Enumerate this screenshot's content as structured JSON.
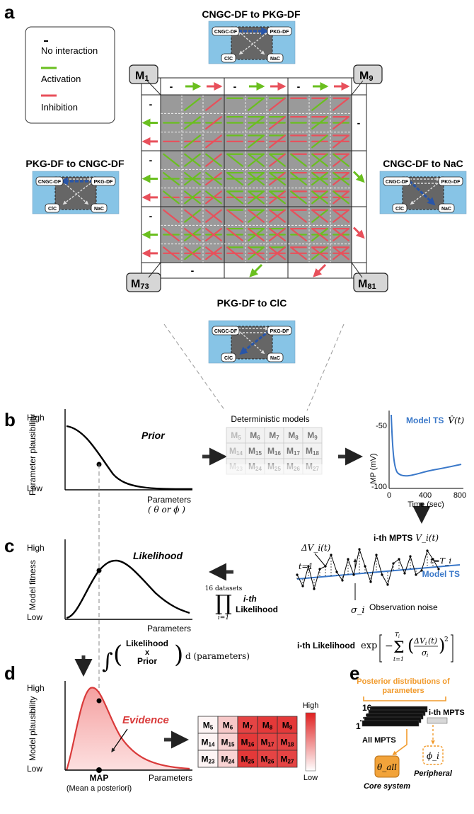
{
  "panel_labels": {
    "a": "a",
    "b": "b",
    "c": "c",
    "d": "d",
    "e": "e"
  },
  "legend": {
    "no_interaction": "No interaction",
    "activation": "Activation",
    "inhibition": "Inhibition",
    "dash": "-"
  },
  "model_tags": {
    "m1": "M",
    "m1_sub": "1",
    "m9": "M",
    "m9_sub": "9",
    "m73": "M",
    "m73_sub": "73",
    "m81": "M",
    "m81_sub": "81"
  },
  "topo_titles": {
    "top": "CNGC-DF to PKG-DF",
    "left": "PKG-DF to CNGC-DF",
    "right": "CNGC-DF to NaC",
    "bottom": "PKG-DF to ClC"
  },
  "topo_nodes": {
    "cngc": "CNGC-DF",
    "pkg": "PKG-DF",
    "clc": "ClC",
    "nac": "NaC"
  },
  "colors": {
    "green": "#6abf1f",
    "red": "#e8505b",
    "blue": "#2855a8",
    "topo_bg": "#87c4e6",
    "cell_gray": "#9a9a9a"
  },
  "panel_b": {
    "y_label": "Parameter plausibility",
    "high": "High",
    "low": "Low",
    "title": "Prior",
    "x_label": "Parameters",
    "x_label2": "( θ  or  ϕ )",
    "models_title": "Deterministic models",
    "grid": [
      [
        "M5",
        "M6",
        "M7",
        "M8",
        "M9"
      ],
      [
        "M14",
        "M15",
        "M16",
        "M17",
        "M18"
      ],
      [
        "M23",
        "M24",
        "M25",
        "M26",
        "M27"
      ]
    ],
    "ts_y_label": "MP (mV)",
    "ts_x_label": "Time (sec)",
    "ts_yticks": [
      "-50",
      "-100"
    ],
    "ts_xticks": [
      "0",
      "400",
      "800"
    ],
    "ts_legend": "Model TS",
    "ts_symbol": "V̂(t)"
  },
  "panel_c": {
    "y_label": "Model fitness",
    "high": "High",
    "low": "Low",
    "title": "Likelihood",
    "x_label": "Parameters",
    "prod_top": "16 datasets",
    "prod_bottom": "i=1",
    "prod_label1": "i-th",
    "prod_label2": "Likelihood",
    "mpts_label": "i-th MPTS",
    "mpts_symbol": "V_i(t)",
    "delta_label": "ΔV_i(t)",
    "t1": "t=1",
    "tT": "t=T_i",
    "model_ts": "Model TS",
    "sigma": "σ_i",
    "noise": "Observation noise",
    "lik_label": "i-th Likelihood",
    "lik_formula": "exp[ −Σ (ΔV_i(t)/σ_i)² ]"
  },
  "integral": {
    "top": "Likelihood",
    "mid": "x",
    "bottom": "Prior",
    "tail": "d (parameters)"
  },
  "panel_d": {
    "y_label": "Model plausibility",
    "high": "High",
    "low": "Low",
    "evidence": "Evidence",
    "map": "MAP",
    "map_sub": "(Mean a posteriori)",
    "x_label": "Parameters",
    "grid": [
      [
        "M5",
        "M6",
        "M7",
        "M8",
        "M9"
      ],
      [
        "M14",
        "M15",
        "M16",
        "M17",
        "M18"
      ],
      [
        "M23",
        "M24",
        "M25",
        "M26",
        "M27"
      ]
    ],
    "grid_levels": [
      [
        0.05,
        0.25,
        0.85,
        0.9,
        0.9
      ],
      [
        0.05,
        0.2,
        0.9,
        0.85,
        0.85
      ],
      [
        0.05,
        0.2,
        0.9,
        0.85,
        0.85
      ]
    ],
    "scale_high": "High",
    "scale_low": "Low"
  },
  "panel_e": {
    "title1": "Posterior distributions of",
    "title2": "parameters",
    "n16": "16",
    "n1": "1",
    "mpts": "i-th MPTS",
    "all": "All MPTS",
    "theta": "θ_all",
    "phi": "ϕ_i",
    "core": "Core system",
    "peripheral": "Peripheral"
  }
}
